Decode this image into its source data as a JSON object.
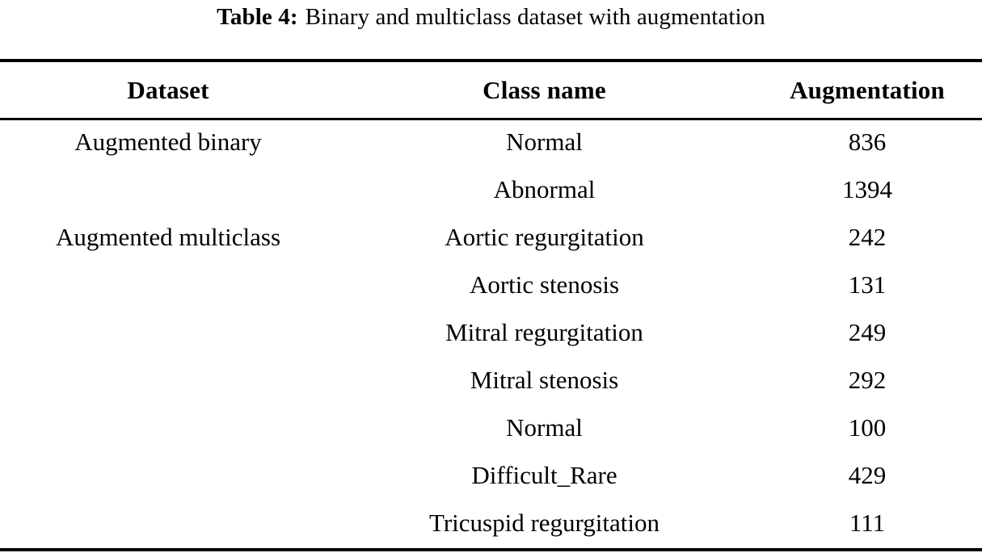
{
  "caption": {
    "label": "Table 4:",
    "text": "Binary and multiclass dataset with augmentation"
  },
  "table": {
    "columns": [
      "Dataset",
      "Class name",
      "Augmentation"
    ],
    "rows": [
      {
        "dataset": "Augmented binary",
        "class_name": "Normal",
        "augmentation": "836"
      },
      {
        "dataset": "",
        "class_name": "Abnormal",
        "augmentation": "1394"
      },
      {
        "dataset": "Augmented multiclass",
        "class_name": "Aortic regurgitation",
        "augmentation": "242"
      },
      {
        "dataset": "",
        "class_name": "Aortic stenosis",
        "augmentation": "131"
      },
      {
        "dataset": "",
        "class_name": "Mitral regurgitation",
        "augmentation": "249"
      },
      {
        "dataset": "",
        "class_name": "Mitral stenosis",
        "augmentation": "292"
      },
      {
        "dataset": "",
        "class_name": "Normal",
        "augmentation": "100"
      },
      {
        "dataset": "",
        "class_name": "Difficult_Rare",
        "augmentation": "429"
      },
      {
        "dataset": "",
        "class_name": "Tricuspid regurgitation",
        "augmentation": "111"
      }
    ]
  },
  "chart_data": {
    "type": "table",
    "title": "Table 4: Binary and multiclass dataset with augmentation",
    "columns": [
      "Dataset",
      "Class name",
      "Augmentation"
    ],
    "categories": [
      "Normal",
      "Abnormal",
      "Aortic regurgitation",
      "Aortic stenosis",
      "Mitral regurgitation",
      "Mitral stenosis",
      "Normal",
      "Difficult_Rare",
      "Tricuspid regurgitation"
    ],
    "values": [
      836,
      1394,
      242,
      131,
      249,
      292,
      100,
      429,
      111
    ],
    "groups": [
      {
        "name": "Augmented binary",
        "categories": [
          "Normal",
          "Abnormal"
        ],
        "values": [
          836,
          1394
        ]
      },
      {
        "name": "Augmented multiclass",
        "categories": [
          "Aortic regurgitation",
          "Aortic stenosis",
          "Mitral regurgitation",
          "Mitral stenosis",
          "Normal",
          "Difficult_Rare",
          "Tricuspid regurgitation"
        ],
        "values": [
          242,
          131,
          249,
          292,
          100,
          429,
          111
        ]
      }
    ],
    "xlabel": "Class name",
    "ylabel": "Augmentation"
  }
}
